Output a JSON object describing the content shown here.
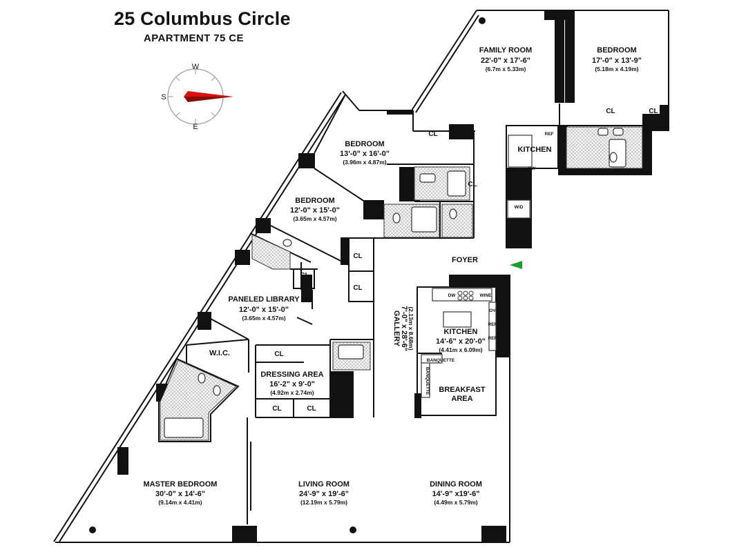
{
  "header": {
    "title": "25 Columbus Circle",
    "subtitle": "APARTMENT 75 CE"
  },
  "compass": {
    "north": "W",
    "west": "S",
    "south": "E",
    "needle_color": "#d9140f"
  },
  "entry_arrow_color": "#1a9e2c",
  "rooms": {
    "family_room": {
      "name": "FAMILY ROOM",
      "dim": "22'-0\" x 17'-6\"",
      "metric": "(6.7m x 5.33m)"
    },
    "bedroom_ne": {
      "name": "BEDROOM",
      "dim": "17'-0\" x 13'-9\"",
      "metric": "(5.18m x 4.19m)"
    },
    "bedroom_mid": {
      "name": "BEDROOM",
      "dim": "13'-0\" x 16'-0\"",
      "metric": "(3.96m x 4.87m)"
    },
    "bedroom_w": {
      "name": "BEDROOM",
      "dim": "12'-0\" x 15'-0\"",
      "metric": "(3.65m x 4.57m)"
    },
    "library": {
      "name": "PANELED LIBRARY",
      "dim": "12'-0\" x 15'-0\"",
      "metric": "(3.65m x 4.57m)"
    },
    "dressing": {
      "name": "DRESSING AREA",
      "dim": "16'-2\" x 9'-0\"",
      "metric": "(4.92m x 2.74m)"
    },
    "gallery": {
      "name": "GALLERY",
      "dim": "7'-0\" x 28'-6\"",
      "metric": "(2.13m x 8.68m)"
    },
    "kitchen_main": {
      "name": "KITCHEN",
      "dim": "14'-6\" x 20'-0\"",
      "metric": "(4.41m x 6.09m)"
    },
    "breakfast": {
      "name": "BREAKFAST",
      "name2": "AREA"
    },
    "master": {
      "name": "MASTER BEDROOM",
      "dim": "30'-0\" x 14'-6\"",
      "metric": "(9.14m x 4.41m)"
    },
    "living": {
      "name": "LIVING ROOM",
      "dim": "24'-9\" x 19'-6\"",
      "metric": "(12.19m x 5.79m)"
    },
    "dining": {
      "name": "DINING ROOM",
      "dim": "14'-9\" x19'-6\"",
      "metric": "(4.49m x 5.79m)"
    },
    "kitchen_small": {
      "name": "KITCHEN"
    },
    "foyer": {
      "name": "FOYER"
    },
    "wic": {
      "name": "W.I.C."
    }
  },
  "closet_label": "CL",
  "appliances": {
    "ref": "REF",
    "dw": "DW",
    "wd": "W/D",
    "wine": "WINE",
    "ov": "OV",
    "banquette": "BANQUETTE"
  }
}
